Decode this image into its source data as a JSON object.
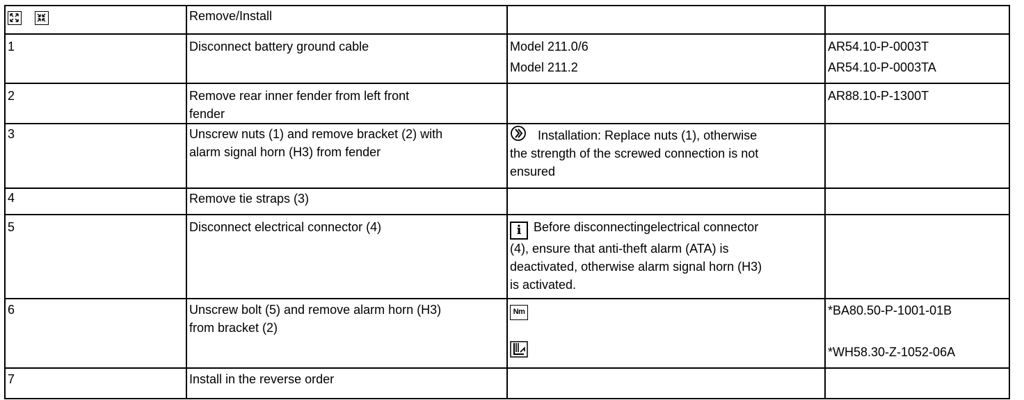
{
  "header": {
    "title": "Remove/Install",
    "icons": [
      "expand-view-icon",
      "collapse-view-icon"
    ]
  },
  "steps": [
    {
      "number": "1",
      "action_lines": [
        "Disconnect battery ground cable"
      ],
      "notes_lines": [
        "Model 211.0/6",
        "Model 211.2"
      ],
      "refs": [
        "AR54.10-P-0003T",
        "AR54.10-P-0003TA"
      ]
    },
    {
      "number": "2",
      "action_lines": [
        "Remove rear inner fender from left front",
        "fender"
      ],
      "notes_lines": [],
      "refs": [
        "AR88.10-P-1300T"
      ]
    },
    {
      "number": "3",
      "action_lines": [
        "Unscrew nuts (1) and remove bracket (2) with",
        "alarm signal horn (H3) from fender"
      ],
      "note_icon": "installation-icon",
      "notes_lines": [
        "Installation:  Replace nuts (1), otherwise",
        "the strength of the screwed connection is not",
        "ensured"
      ],
      "refs": []
    },
    {
      "number": "4",
      "action_lines": [
        "Remove tie straps (3)"
      ],
      "notes_lines": [],
      "refs": []
    },
    {
      "number": "5",
      "action_lines": [
        "Disconnect electrical connector (4)"
      ],
      "note_icon": "info-icon",
      "info_glyph": "i",
      "notes_lines": [
        "Before disconnectingelectrical connector",
        "(4), ensure that anti-theft alarm (ATA) is",
        "deactivated, otherwise alarm signal horn (H3)",
        "is activated."
      ],
      "refs": []
    },
    {
      "number": "6",
      "action_lines": [
        "Unscrew bolt (5) and remove alarm horn (H3)",
        "from bracket (2)"
      ],
      "torque_label": "Nm",
      "note_icons": [
        "torque-icon",
        "special-tool-icon"
      ],
      "notes_lines": [],
      "refs": [
        "*BA80.50-P-1001-01B",
        "*WH58.30-Z-1052-06A"
      ]
    },
    {
      "number": "7",
      "action_lines": [
        "Install in the reverse order"
      ],
      "notes_lines": [],
      "refs": []
    }
  ]
}
